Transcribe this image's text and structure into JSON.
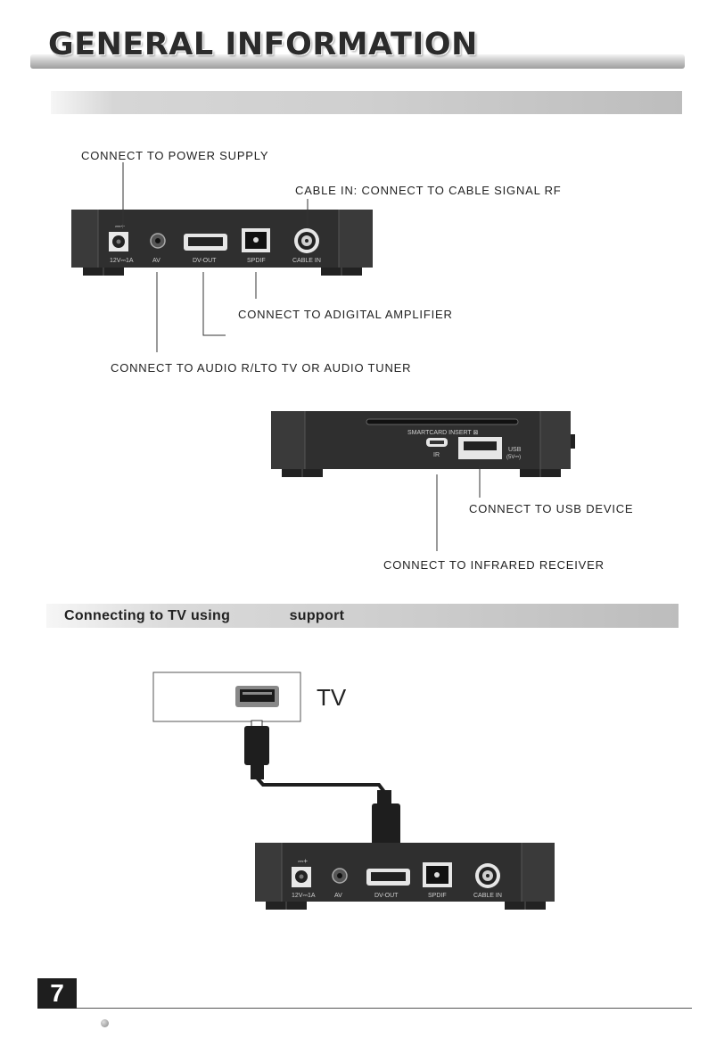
{
  "header": {
    "title": "GENERAL INFORMATION"
  },
  "diagram1": {
    "labels": {
      "power": "CONNECT TO  POWER SUPPLY",
      "cable_in": "CABLE IN: CONNECT TO CABLE SIGNAL RF",
      "amplifier": "CONNECT TO  ADIGITAL AMPLIFIER",
      "audio": "CONNECT TO AUDIO R/LTO  TV OR AUDIO TUNER"
    },
    "port_labels": [
      "12V⎓1A",
      "AV",
      "DV-OUT",
      "SPDIF",
      "CABLE IN"
    ]
  },
  "diagram2": {
    "labels": {
      "usb": "CONNECT TO  USB DEVICE",
      "ir": "CONNECT TO  INFRARED RECEIVER"
    },
    "panel_labels": {
      "smartcard": "SMARTCARD INSERT",
      "ir": "IR",
      "usb": "USB",
      "usb_spec": "(5V⎓)"
    }
  },
  "section2": {
    "title": "Connecting to TV using              support"
  },
  "tv": {
    "label": "TV"
  },
  "footer": {
    "page_number": "7"
  }
}
